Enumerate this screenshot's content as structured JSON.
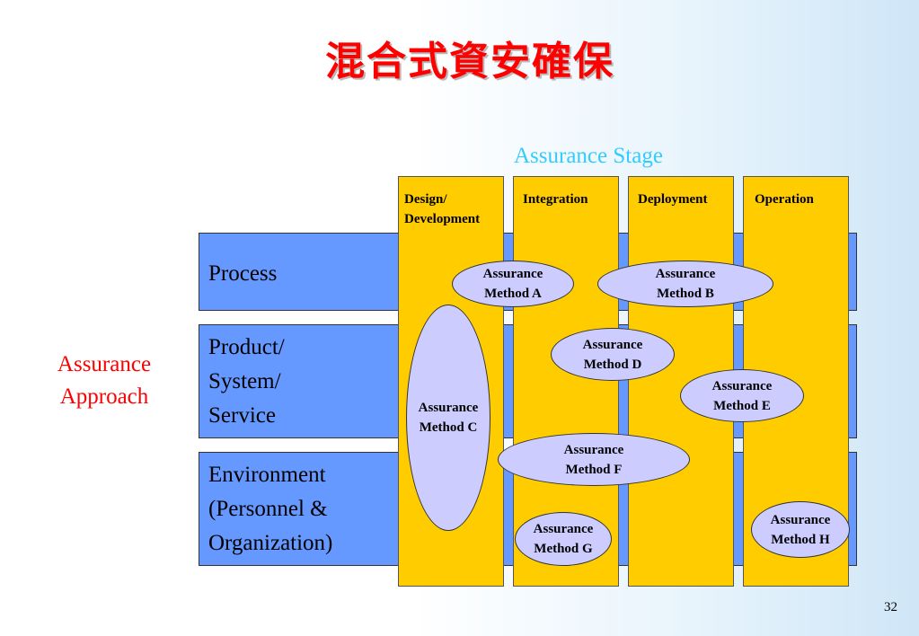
{
  "title": "混合式資安確保",
  "stage_title": "Assurance Stage",
  "approach_title": "Assurance\nApproach",
  "approach_line1": "Assurance",
  "approach_line2": "Approach",
  "rows": [
    {
      "label_lines": [
        "Process"
      ]
    },
    {
      "label_lines": [
        "Product/",
        "System/",
        "Service"
      ]
    },
    {
      "label_lines": [
        "Environment",
        "(Personnel &",
        "Organization)"
      ]
    }
  ],
  "stages": [
    {
      "label_lines": [
        "Design/",
        "Development"
      ]
    },
    {
      "label_lines": [
        "Integration"
      ]
    },
    {
      "label_lines": [
        "Deployment"
      ]
    },
    {
      "label_lines": [
        "Operation"
      ]
    }
  ],
  "methods": {
    "a": "Assurance\nMethod A",
    "b": "Assurance\nMethod B",
    "c": "Assurance\nMethod C",
    "d": "Assurance\nMethod D",
    "e": "Assurance\nMethod E",
    "f": "Assurance\nMethod F",
    "g": "Assurance\nMethod G",
    "h": "Assurance\nMethod H"
  },
  "colors": {
    "title": "#ff0000",
    "stage_title": "#33ccff",
    "row_fill": "#6699ff",
    "column_fill": "#ffcc00",
    "method_fill": "#ccccff"
  },
  "page_number": "32"
}
